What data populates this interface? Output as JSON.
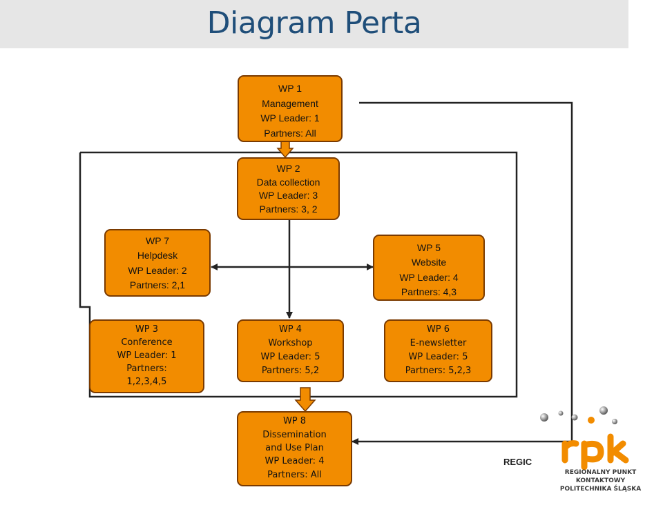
{
  "title": "Diagram Perta",
  "nodes": {
    "wp1": {
      "lines": [
        "WP 1",
        "Management",
        "WP Leader: 1",
        "Partners: All"
      ]
    },
    "wp2": {
      "lines": [
        "WP 2",
        "Data collection",
        "WP Leader: 3",
        "Partners: 3, 2"
      ]
    },
    "wp7": {
      "lines": [
        "WP 7",
        "Helpdesk",
        "WP Leader: 2",
        "Partners: 2,1"
      ]
    },
    "wp5": {
      "lines": [
        "WP 5",
        "Website",
        "WP Leader: 4",
        "Partners: 4,3"
      ]
    },
    "wp3": {
      "lines": [
        "WP 3",
        "Conference",
        "WP Leader: 1",
        "Partners:",
        "1,2,3,4,5"
      ]
    },
    "wp4": {
      "lines": [
        "WP 4",
        "Workshop",
        "WP Leader: 5",
        "Partners: 5,2"
      ]
    },
    "wp6": {
      "lines": [
        "WP 6",
        "E-newsletter",
        "WP Leader: 5",
        "Partners: 5,2,3"
      ]
    },
    "wp8": {
      "lines": [
        "WP 8",
        "Dissemination",
        "and Use Plan",
        "WP Leader: 4",
        "Partners: All"
      ]
    }
  },
  "logo": {
    "brand": "rpk",
    "regic": "REGIC",
    "line1": "REGIONALNY PUNKT KONTAKTOWY",
    "line2": "POLITECHNIKA ŚLĄSKA"
  },
  "colors": {
    "node_fill": "#f28c00",
    "node_border": "#7a3a00",
    "title": "#1f4e79",
    "connector": "#222222",
    "arrow_fill": "#f28c00"
  }
}
